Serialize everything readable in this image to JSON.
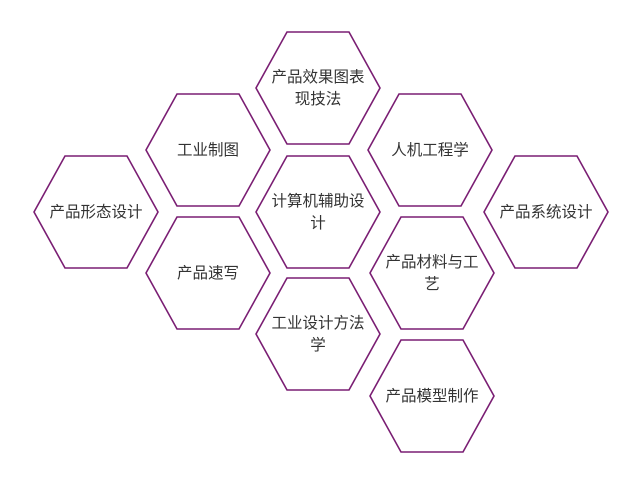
{
  "diagram": {
    "stroke_color": "#7a1e73",
    "text_color": "#333333",
    "background": "#ffffff",
    "cells": [
      {
        "id": "product-rendering",
        "lines": [
          "产品效果图表",
          "现技法"
        ]
      },
      {
        "id": "industrial-drawing",
        "lines": [
          "工业制图"
        ]
      },
      {
        "id": "ergonomics",
        "lines": [
          "人机工程学"
        ]
      },
      {
        "id": "product-form-design",
        "lines": [
          "产品形态设计"
        ]
      },
      {
        "id": "computer-aided-design",
        "lines": [
          "计算机辅助设",
          "计"
        ]
      },
      {
        "id": "product-system-design",
        "lines": [
          "产品系统设计"
        ]
      },
      {
        "id": "product-sketching",
        "lines": [
          "产品速写"
        ]
      },
      {
        "id": "product-materials-process",
        "lines": [
          "产品材料与工",
          "艺"
        ]
      },
      {
        "id": "industrial-design-methodology",
        "lines": [
          "工业设计方法",
          "学"
        ]
      },
      {
        "id": "product-model-making",
        "lines": [
          "产品模型制作"
        ]
      }
    ]
  }
}
